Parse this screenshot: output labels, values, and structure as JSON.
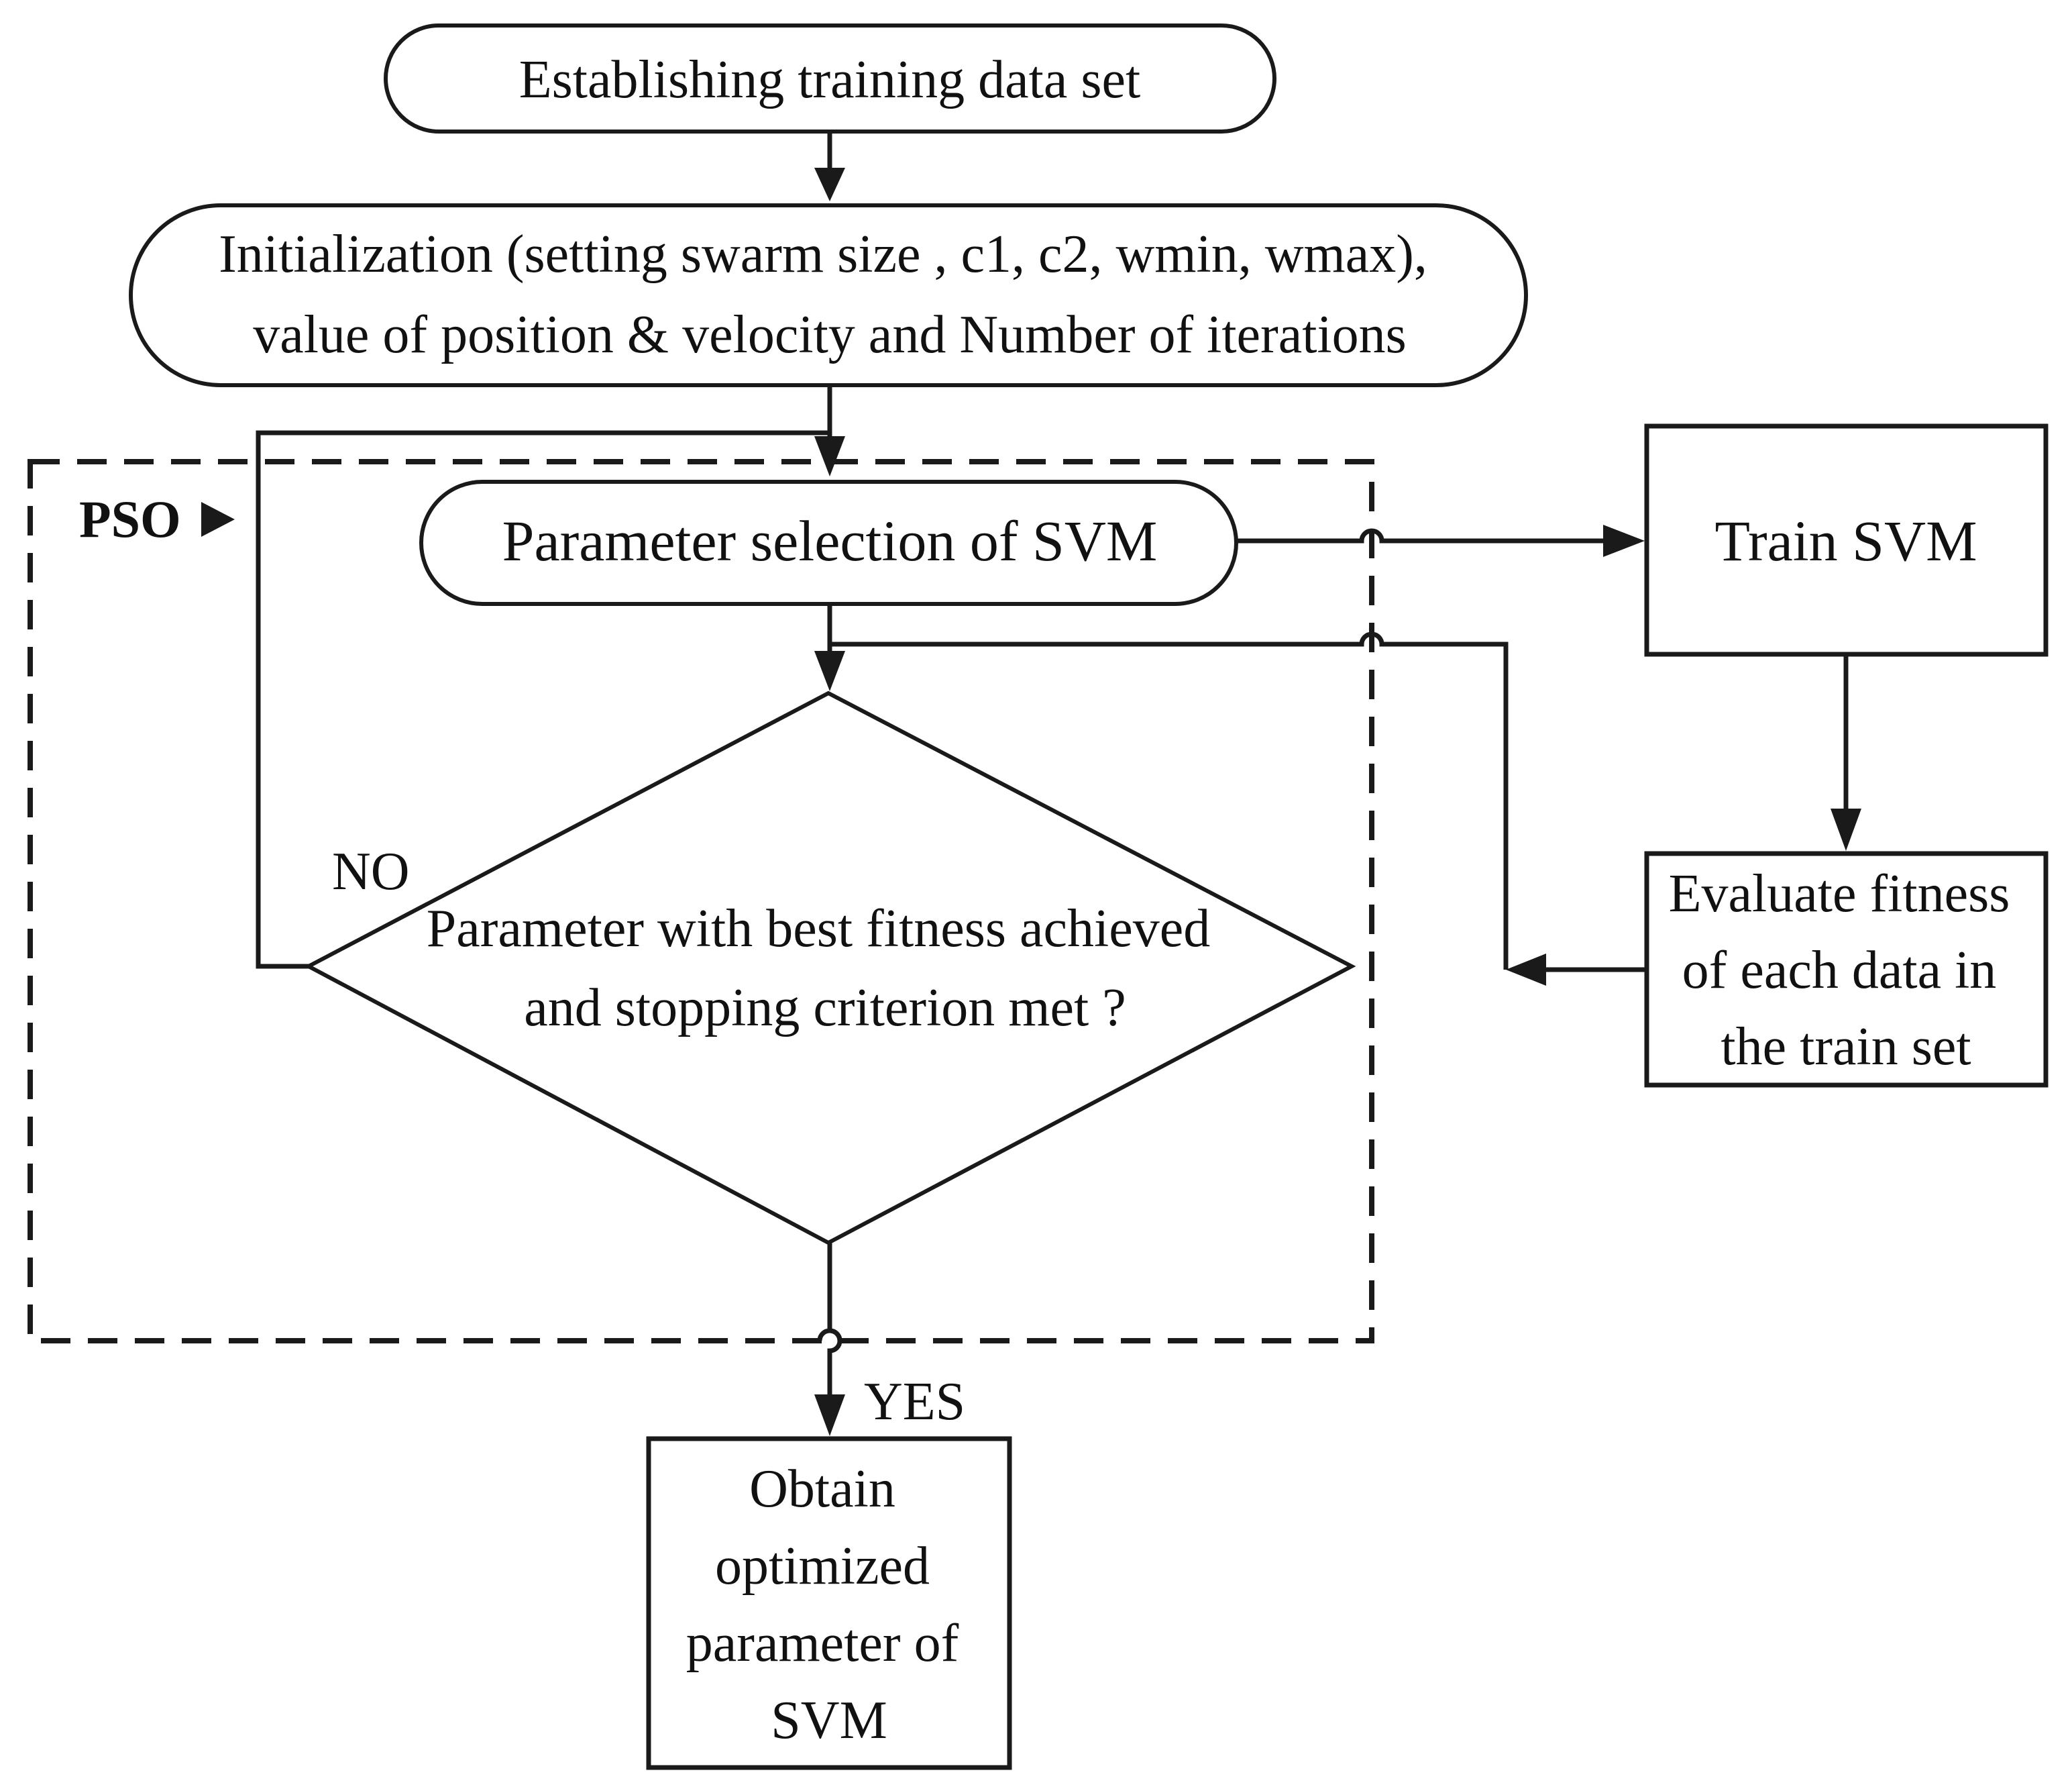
{
  "nodes": {
    "start": {
      "lines": [
        "Establishing training data set"
      ]
    },
    "init": {
      "lines": [
        "Initialization  (setting swarm size , c1, c2, wmin, wmax),",
        "value of position  & velocity and Number of iterations"
      ]
    },
    "param_select": {
      "lines": [
        "Parameter selection of SVM"
      ]
    },
    "train": {
      "lines": [
        "Train SVM"
      ]
    },
    "evaluate": {
      "lines": [
        "Evaluate fitness",
        "of each data in",
        "the train set"
      ]
    },
    "decision": {
      "lines": [
        "Parameter with best fitness achieved",
        "and stopping criterion met ?"
      ]
    },
    "result": {
      "lines": [
        "Obtain",
        "optimized",
        "parameter of",
        "SVM"
      ]
    }
  },
  "labels": {
    "pso": "PSO",
    "no": "NO",
    "yes": "YES"
  }
}
